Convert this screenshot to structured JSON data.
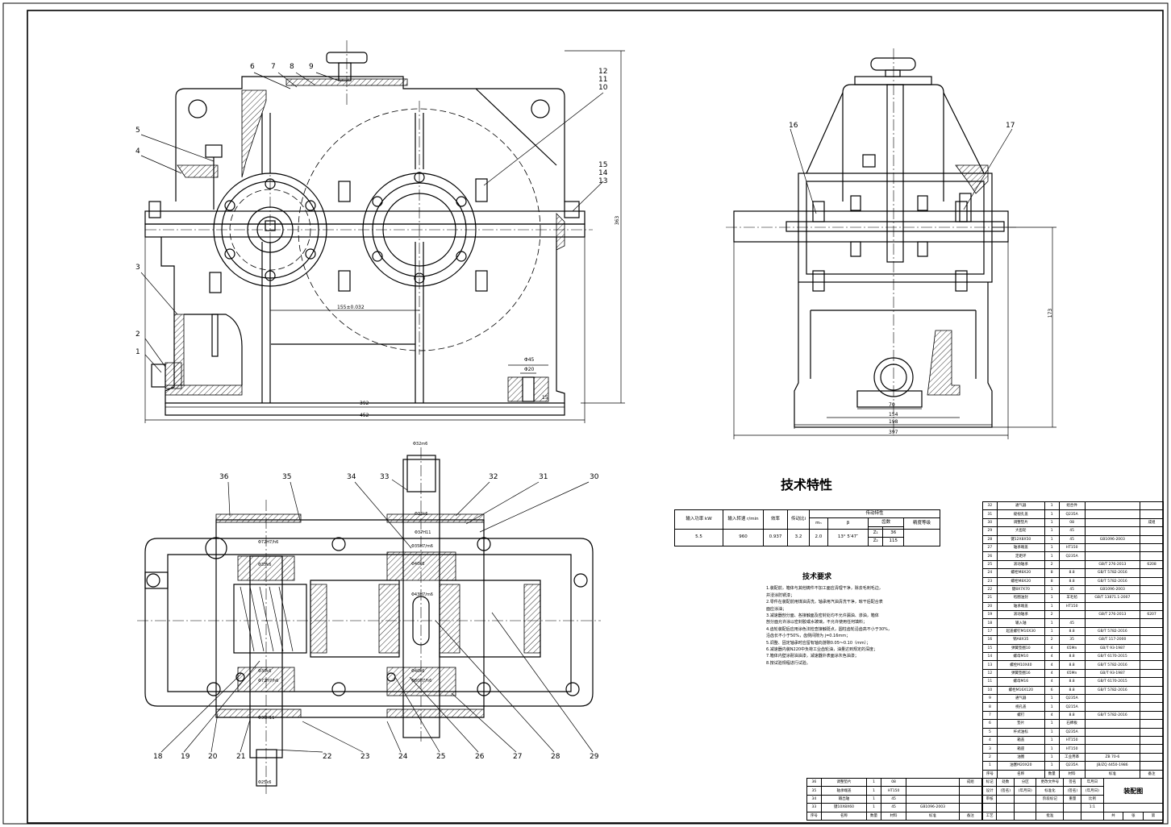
{
  "front_view": {
    "labels": [
      "1",
      "2",
      "3",
      "4",
      "5",
      "6",
      "7",
      "8",
      "9",
      "10",
      "11",
      "12",
      "13",
      "14",
      "15"
    ],
    "dims": {
      "d1": "392",
      "d2": "452",
      "d3": "363",
      "d4": "Φ45",
      "d5": "Φ20",
      "d6": "155±0.032",
      "d7": "15"
    }
  },
  "side_view": {
    "labels": [
      "16",
      "17"
    ],
    "dims": {
      "d1": "70",
      "d2": "154",
      "d3": "198",
      "d4": "397",
      "d5": "173"
    }
  },
  "top_view": {
    "labels_top": [
      "36",
      "35",
      "34",
      "33",
      "32",
      "31",
      "30"
    ],
    "labels_bottom": [
      "18",
      "19",
      "20",
      "21",
      "22",
      "23",
      "24",
      "25",
      "26",
      "27",
      "28",
      "29"
    ],
    "dims": [
      "Φ32m6",
      "Φ35k6",
      "Φ72H7/h6",
      "Φ35k6",
      "Φ35H7/m6",
      "Φ40k6",
      "Φ43H7/m6",
      "Φ40k6",
      "Φ80H7/h6",
      "Φ72H7/h6",
      "Φ30H11",
      "Φ25k6",
      "Φ37H11",
      "Φ30k6"
    ]
  },
  "tech_char": {
    "title": "技术特性",
    "headers": {
      "power": "输入功率 kW",
      "speed": "输入转速 r/min",
      "eff": "效率",
      "ratio": "传动比i",
      "trans": "传动特性",
      "mn": "mₙ",
      "beta": "β",
      "teeth": "齿数",
      "grade": "精度等级"
    },
    "values": {
      "power": "5.5",
      "speed": "960",
      "eff": "0.937",
      "ratio": "3.2",
      "mn": "2.0",
      "beta": "13° 5′47″",
      "z1": "Z₁",
      "z1v": "36",
      "z2": "Z₂",
      "z2v": "115"
    }
  },
  "tech_req": {
    "title": "技术要求",
    "lines": [
      "1.装配前，箱体与其他铸件不加工面应清理干净，除去毛刺毛边，",
      "  并浸涂防锈漆；",
      "2.零件在装配前用煤油清洗，轴承用汽油清洗干净，晾干后配合表",
      "  面应涂油；",
      "3.减速器剖分面、各接触面及密封处均不允许漏油、渗油，箱体",
      "  剖分面允许涂以密封胶或水玻璃，不允许使用任何填料；",
      "4.齿轮装配后应用涂色法检查接触斑点，圆柱齿轮沿齿高不小于30%，",
      "  沿齿长不小于50%，齿侧间隙为 j=0.16mm；",
      "5.调整、固定轴承时应留有轴向游隙0.05～0.10（mm）；",
      "6.减速器内装N220中负荷工业齿轮油，油量达到规定的深度；",
      "7.箱体内壁涂耐油油漆，减速器外表面涂灰色油漆；",
      "8.按试验规程进行试验。"
    ]
  },
  "parts_main": [
    [
      "32",
      "通气器",
      "1",
      "组合件",
      "",
      ""
    ],
    [
      "31",
      "窥视孔盖",
      "1",
      "Q235A",
      "",
      ""
    ],
    [
      "30",
      "调整垫片",
      "1",
      "08",
      "",
      "成组"
    ],
    [
      "29",
      "大齿轮",
      "1",
      "45",
      "",
      ""
    ],
    [
      "28",
      "键12X8X50",
      "1",
      "45",
      "GB1096-2003",
      ""
    ],
    [
      "27",
      "轴承端盖",
      "1",
      "HT150",
      "",
      ""
    ],
    [
      "26",
      "定距环",
      "1",
      "Q235A",
      "",
      ""
    ],
    [
      "25",
      "滚动轴承",
      "2",
      "",
      "GB/T 276-2013",
      "6208"
    ],
    [
      "24",
      "螺栓M8X20",
      "8",
      "8.8",
      "GB/T 5782-2016",
      ""
    ],
    [
      "23",
      "螺栓M8X20",
      "8",
      "8.8",
      "GB/T 5782-2016",
      ""
    ],
    [
      "22",
      "键8X7X70",
      "1",
      "45",
      "GB1096-2003",
      ""
    ],
    [
      "21",
      "毡圈油封",
      "1",
      "羊毛毡",
      "GB/T 13871.1-2007",
      ""
    ],
    [
      "20",
      "轴承端盖",
      "1",
      "HT150",
      "",
      ""
    ],
    [
      "19",
      "滚动轴承",
      "2",
      "",
      "GB/T 276-2013",
      "6207"
    ],
    [
      "18",
      "输入轴",
      "1",
      "45",
      "",
      ""
    ],
    [
      "17",
      "起盖螺钉M10X30",
      "1",
      "8.8",
      "GB/T 5782-2016",
      ""
    ],
    [
      "16",
      "销A8X35",
      "2",
      "35",
      "GB/T 117-2000",
      ""
    ],
    [
      "15",
      "弹簧垫圈10",
      "4",
      "65Mn",
      "GB/T 93-1987",
      ""
    ],
    [
      "14",
      "螺母M10",
      "4",
      "8.8",
      "GB/T 6170-2015",
      ""
    ],
    [
      "13",
      "螺栓M10X40",
      "4",
      "8.8",
      "GB/T 5782-2016",
      ""
    ],
    [
      "12",
      "弹簧垫圈16",
      "4",
      "65Mn",
      "GB/T 93-1987",
      ""
    ],
    [
      "11",
      "螺母M16",
      "4",
      "8.8",
      "GB/T 6170-2015",
      ""
    ],
    [
      "10",
      "螺栓M16X120",
      "6",
      "8.8",
      "GB/T 5782-2016",
      ""
    ],
    [
      "9",
      "通气器",
      "1",
      "Q235A",
      "",
      ""
    ],
    [
      "8",
      "视孔盖",
      "1",
      "Q215A",
      "",
      ""
    ],
    [
      "7",
      "螺钉",
      "4",
      "8.8",
      "GB/T 5782-2016",
      ""
    ],
    [
      "6",
      "垫片",
      "1",
      "石棉板",
      "",
      ""
    ],
    [
      "5",
      "杆式油标",
      "1",
      "Q235A",
      "",
      ""
    ],
    [
      "4",
      "箱盖",
      "1",
      "HT150",
      "",
      ""
    ],
    [
      "3",
      "箱座",
      "1",
      "HT150",
      "",
      ""
    ],
    [
      "2",
      "油圈",
      "1",
      "工业用革",
      "ZB 70-6",
      ""
    ],
    [
      "1",
      "油塞M20X20",
      "1",
      "Q235A",
      "JB/ZQ 4450-1986",
      ""
    ]
  ],
  "parts_header": [
    "序号",
    "名称",
    "数量",
    "材料",
    "标准",
    "备注"
  ],
  "parts_lower": [
    [
      "36",
      "调整垫片",
      "1",
      "08",
      "",
      "成组"
    ],
    [
      "35",
      "轴承端盖",
      "1",
      "HT150",
      "",
      ""
    ],
    [
      "34",
      "输出轴",
      "1",
      "45",
      "",
      ""
    ],
    [
      "33",
      "键10X8X60",
      "1",
      "45",
      "GB1096-2003",
      ""
    ]
  ],
  "title_block": {
    "drawing_name": "装配图",
    "scale": "1:1",
    "row1": [
      "标记",
      "处数",
      "分区",
      "更改文件号",
      "签名",
      "年月日"
    ],
    "row2": [
      "设计",
      "(签名)",
      "(年月日)",
      "标准化",
      "(签名)",
      "(年月日)"
    ],
    "row3": [
      "审核",
      "",
      "",
      "",
      "",
      ""
    ],
    "row4": [
      "工艺",
      "",
      "",
      "批准",
      "",
      ""
    ],
    "cols": [
      "阶段标记",
      "重量",
      "比例"
    ],
    "sheet": [
      "共",
      "张",
      "第",
      "张"
    ]
  }
}
